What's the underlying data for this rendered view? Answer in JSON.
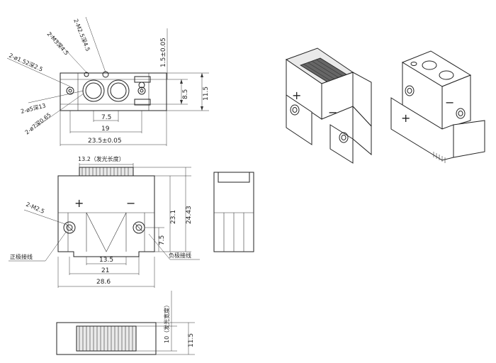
{
  "labels": {
    "m25_depth": "2-M2.5深4.5",
    "m3_depth": "2-M3深4.5",
    "phi152_depth": "2-ø1.52深2.5",
    "phi5_depth": "2-ø5深13",
    "phi7_depth": "2-ø7深0.65",
    "m25": "2-M2.5",
    "positive_terminal": "正极接线",
    "negative_terminal": "负极接线",
    "emit_length": "13.2（发光长度）",
    "emit_width": "10（发光宽度）"
  },
  "dims": {
    "d_1_5": "1.5±0.05",
    "d_8_5": "8.5",
    "d_11_5_top": "11.5",
    "d_7_5_top": "7.5",
    "d_19": "19",
    "d_23_5": "23.5±0.05",
    "d_23_1": "23.1",
    "d_24_43": "24.43",
    "d_7_5_side": "7.5",
    "d_13_5": "13.5",
    "d_21": "21",
    "d_28_6": "28.6",
    "d_11_5_bottom": "11.5"
  },
  "symbols": {
    "plus": "+",
    "minus": "−"
  }
}
